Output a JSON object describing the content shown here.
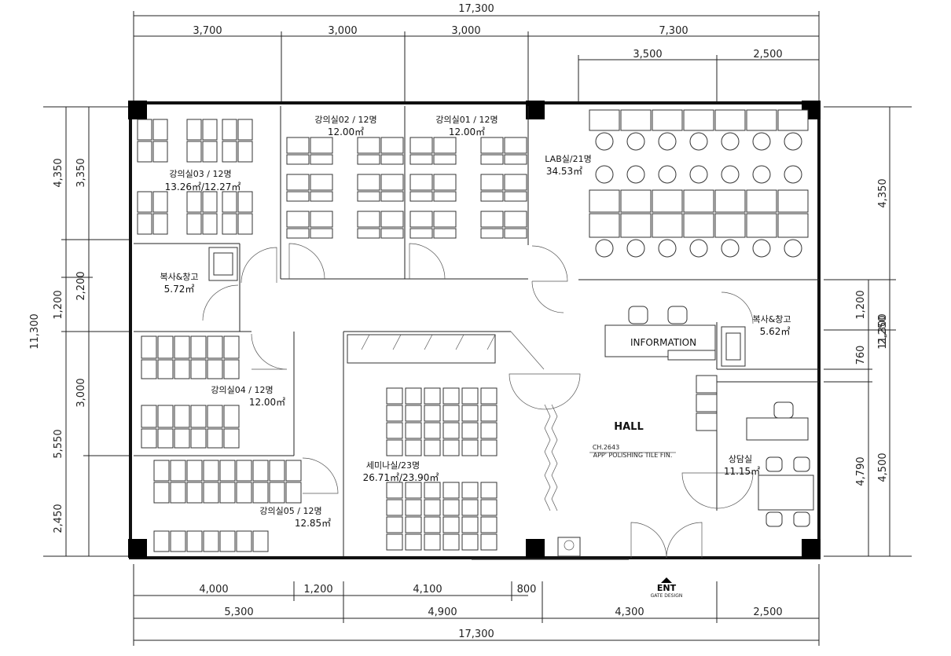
{
  "dimensions": {
    "top_total": "17,300",
    "top_segments": [
      "3,700",
      "3,000",
      "3,000",
      "7,300"
    ],
    "top_sub": [
      "3,500",
      "2,500"
    ],
    "bottom_total": "17,300",
    "bottom_row1": [
      "4,000",
      "1,200",
      "4,100",
      "800"
    ],
    "bottom_row2": [
      "5,300",
      "4,900",
      "4,300",
      "2,500"
    ],
    "left_total": "11,300",
    "left_outer": [
      "4,350",
      "1,200",
      "5,550"
    ],
    "left_inner": [
      "3,350",
      "2,200",
      "3,000",
      "2,450"
    ],
    "right_total": "11,300",
    "right_outer": [
      "4,350",
      "2,250",
      "4,500"
    ],
    "right_inner": [
      "1,200",
      "760",
      "4,790"
    ]
  },
  "rooms": {
    "room02": {
      "name": "강의실02 / 12명",
      "area": "12.00㎡"
    },
    "room01": {
      "name": "강의실01 / 12명",
      "area": "12.00㎡"
    },
    "room03": {
      "name": "강의실03 / 12명",
      "area": "13.26㎡/12.27㎡"
    },
    "lab": {
      "name": "LAB실/21명",
      "area": "34.53㎡"
    },
    "copy_left": {
      "name": "복사&창고",
      "area": "5.72㎡"
    },
    "copy_right": {
      "name": "복사&창고",
      "area": "5.62㎡"
    },
    "info": {
      "name": "INFORMATION"
    },
    "room04": {
      "name": "강의실04 / 12명",
      "area": "12.00㎡"
    },
    "hall": {
      "name": "HALL",
      "code": "CH.2643",
      "finish": "APP' POLISHING TILE FIN."
    },
    "seminar": {
      "name": "세미나실/23명",
      "area": "26.71㎡/23.90㎡"
    },
    "counsel": {
      "name": "상담실",
      "area": "11.15㎡"
    },
    "room05": {
      "name": "강의실05 / 12명",
      "area": "12.85㎡"
    }
  },
  "entrance": {
    "label": "ENT",
    "sub": "GATE DESIGN"
  }
}
